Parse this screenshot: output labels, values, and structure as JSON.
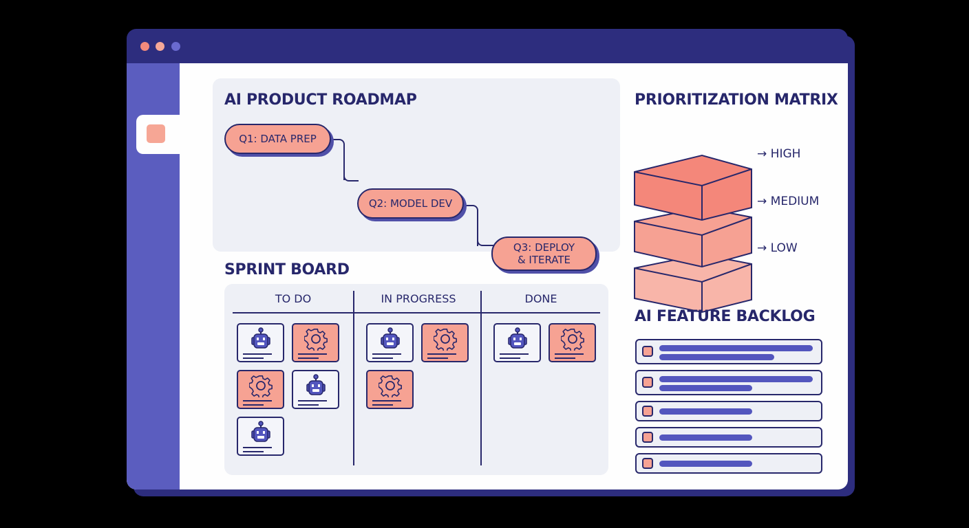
{
  "window": {
    "traffic_lights": [
      "close",
      "minimize",
      "maximize"
    ],
    "colors": {
      "frame": "#2d2d7e",
      "sidebar": "#5b5dbf",
      "accent_coral": "#f6a293",
      "text": "#27276b",
      "panel": "#eef0f6"
    }
  },
  "sidebar": {
    "items": [
      {
        "icon": "square-icon",
        "active": true
      }
    ]
  },
  "roadmap": {
    "title": "AI PRODUCT ROADMAP",
    "milestones": [
      {
        "label": "Q1: DATA PREP"
      },
      {
        "label_line1": "Q2: MODEL DEV"
      },
      {
        "label_line1": "Q3: DEPLOY",
        "label_line2": "& ITERATE"
      }
    ]
  },
  "sprint_board": {
    "title": "SPRINT BOARD",
    "columns": [
      {
        "label": "TO DO",
        "cards": [
          "robot",
          "gear",
          "gear",
          "robot",
          "robot"
        ]
      },
      {
        "label": "IN PROGRESS",
        "cards": [
          "robot",
          "gear",
          "gear"
        ]
      },
      {
        "label": "DONE",
        "cards": [
          "robot",
          "gear"
        ]
      }
    ]
  },
  "matrix": {
    "title": "PRIORITIZATION MATRIX",
    "levels": [
      {
        "label": "HIGH",
        "arrow": "→",
        "color": "#f4877a"
      },
      {
        "label": "MEDIUM",
        "arrow": "→",
        "color": "#f6a193"
      },
      {
        "label": "LOW",
        "arrow": "→",
        "color": "#f8b5a9"
      }
    ]
  },
  "backlog": {
    "title": "AI FEATURE BACKLOG",
    "items": [
      {
        "lines": 2
      },
      {
        "lines": 2
      },
      {
        "lines": 1
      },
      {
        "lines": 1
      },
      {
        "lines": 1
      }
    ]
  }
}
